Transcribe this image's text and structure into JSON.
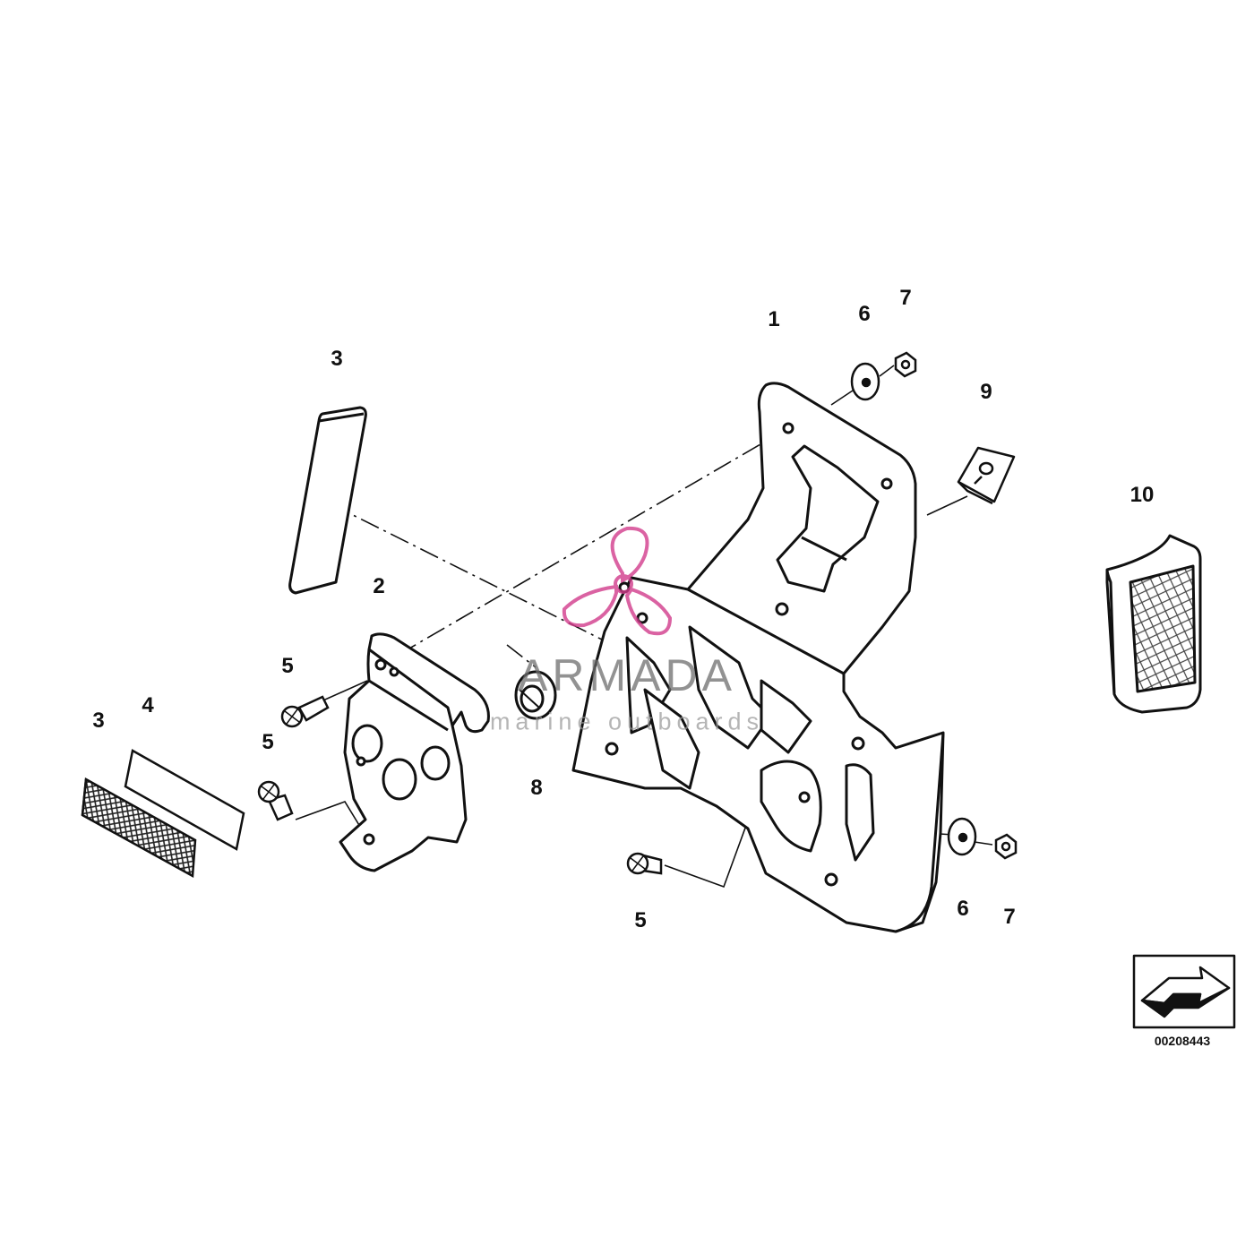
{
  "diagram": {
    "reference_number": "00208443",
    "callouts": {
      "c1": "1",
      "c2": "2",
      "c3a": "3",
      "c3b": "3",
      "c4": "4",
      "c5a": "5",
      "c5b": "5",
      "c5c": "5",
      "c6a": "6",
      "c6b": "6",
      "c7a": "7",
      "c7b": "7",
      "c8": "8",
      "c9": "9",
      "c10": "10"
    }
  },
  "watermark": {
    "title": "ARMADA",
    "subtitle": "marine outboards",
    "accent_color": "#d23c8c"
  },
  "icons": [
    "propeller-logo-icon",
    "forward-arrow-icon"
  ]
}
